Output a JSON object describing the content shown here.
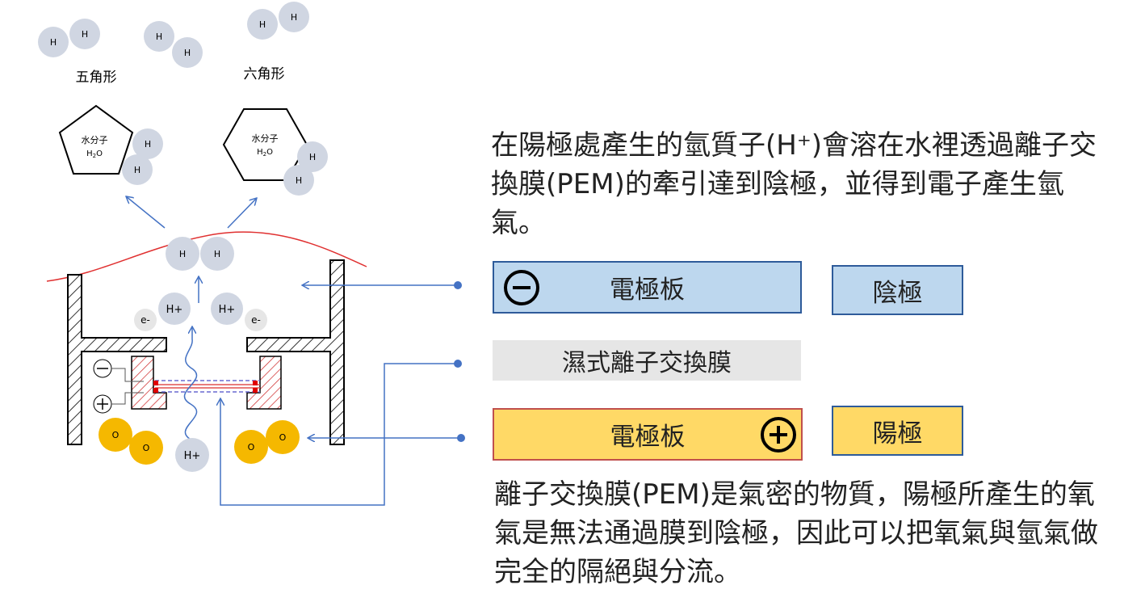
{
  "diagram": {
    "h_atom_label": "H",
    "o_atom_label": "O",
    "electron_label": "e-",
    "proton_label": "H+",
    "pentagon_caption": "五角形",
    "hexagon_caption": "六角形",
    "water_label": "水分子",
    "water_formula_h": "H",
    "water_formula_sub": "2",
    "water_formula_o": "O"
  },
  "labels": {
    "cathode_plate": "電極板",
    "cathode": "陰極",
    "membrane": "濕式離子交換膜",
    "anode_plate": "電極板",
    "anode": "陽極"
  },
  "text": {
    "top_paragraph": "在陽極處產生的氫質子(H⁺)會溶在水裡透過離子交換膜(PEM)的牽引達到陰極，並得到電子產生氫氣。",
    "bottom_paragraph": "離子交換膜(PEM)是氣密的物質，陽極所產生的氧氣是無法通過膜到陰極，因此可以把氧氣與氫氣做完全的隔絕與分流。"
  },
  "colors": {
    "atom_h": "#d0d6e2",
    "atom_o": "#f5b800",
    "cathode_fill": "#bdd7ee",
    "anode_fill": "#ffd966",
    "membrane_fill": "#e6e6e6",
    "arrow": "#4472c4",
    "water_surface": "#e03030",
    "hatch_red": "#d03030"
  }
}
